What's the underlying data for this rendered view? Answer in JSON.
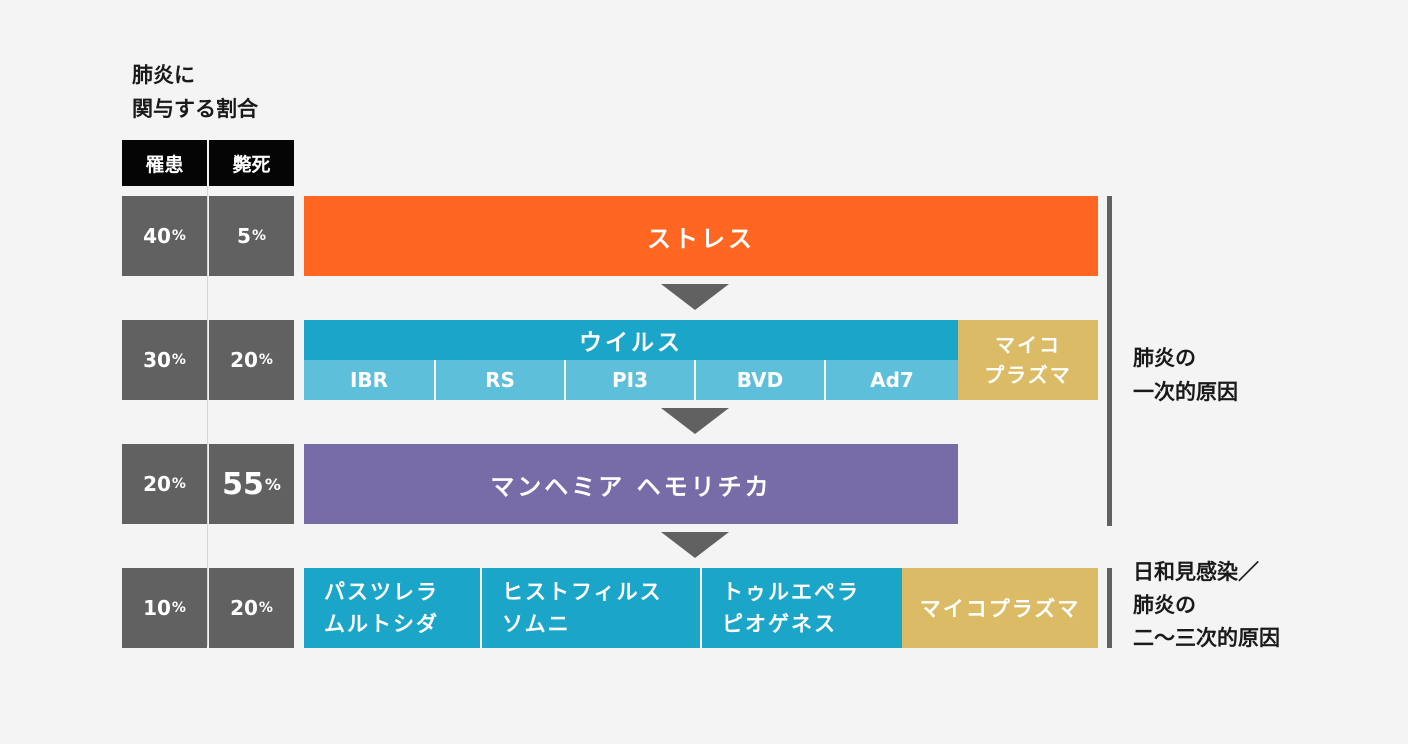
{
  "heading": {
    "line1": "肺炎に",
    "line2": "関与する割合"
  },
  "columns": {
    "morbidity": "罹患",
    "mortality": "斃死"
  },
  "rows": [
    {
      "morbidity": "40",
      "mortality": "5",
      "unit": "%"
    },
    {
      "morbidity": "30",
      "mortality": "20",
      "unit": "%"
    },
    {
      "morbidity": "20",
      "mortality": "55",
      "unit": "%"
    },
    {
      "morbidity": "10",
      "mortality": "20",
      "unit": "%"
    }
  ],
  "stress": {
    "label": "ストレス"
  },
  "virus": {
    "label": "ウイルス",
    "subtypes": [
      "IBR",
      "RS",
      "PI3",
      "BVD",
      "Ad7"
    ]
  },
  "mycoplasma_primary": {
    "line1": "マイコ",
    "line2": "プラズマ"
  },
  "mannheimia": {
    "label": "マンヘミア ヘモリチカ"
  },
  "secondary": {
    "pasteurella": {
      "line1": "パスツレラ",
      "line2": "ムルトシダ"
    },
    "histophilus": {
      "line1": "ヒストフィルス",
      "line2": "ソムニ"
    },
    "trueperella": {
      "line1": "トゥルエペラ",
      "line2": "ピオゲネス"
    },
    "mycoplasma": {
      "label": "マイコプラズマ"
    }
  },
  "side_labels": {
    "primary": {
      "line1": "肺炎の",
      "line2": "一次的原因"
    },
    "secondary": {
      "line1": "日和見感染／",
      "line2": "肺炎の",
      "line3": "二〜三次的原因"
    }
  },
  "colors": {
    "stress": "#ff6622",
    "virus": "#1aa5c9",
    "virus_sub": "#5dbfd9",
    "mycoplasma": "#dcbb66",
    "mannheimia": "#786ca8",
    "gray": "#616161"
  }
}
